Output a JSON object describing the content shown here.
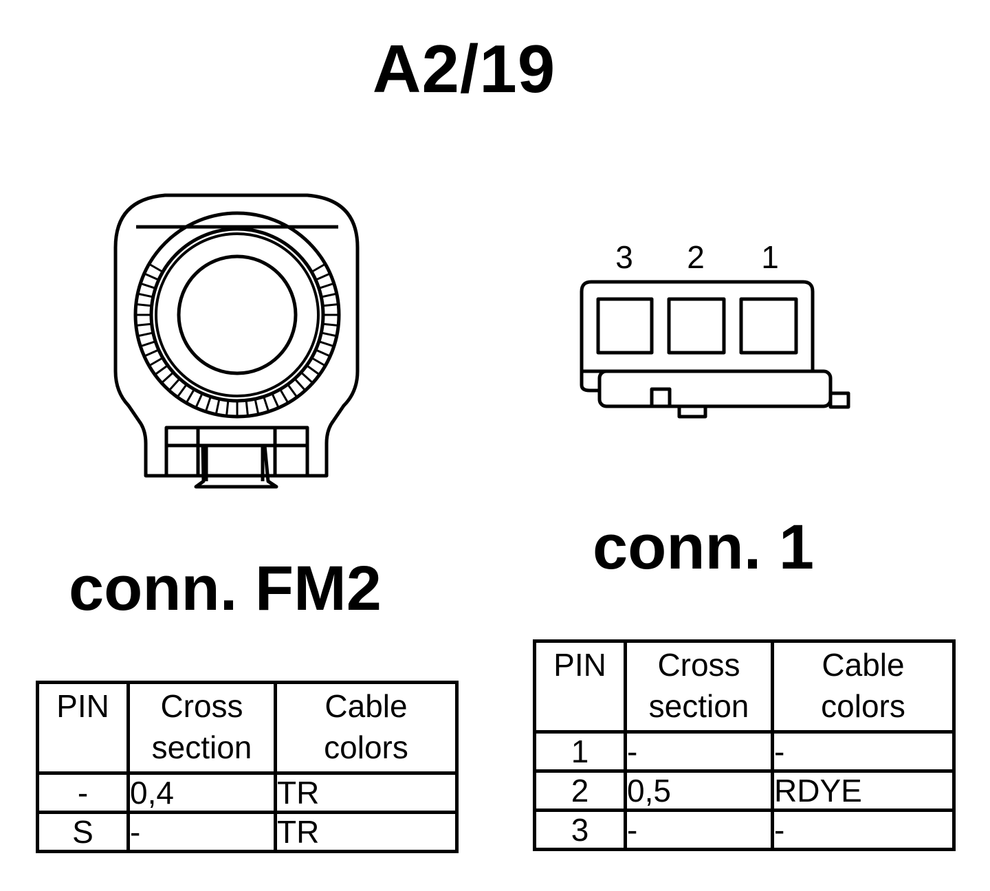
{
  "title": "A2/19",
  "connectors": {
    "fm2": {
      "title": "conn. FM2",
      "headers": {
        "pin": "PIN",
        "cross_section": "Cross\nsection",
        "cable_colors": "Cable\ncolors"
      },
      "rows": [
        {
          "pin": "-",
          "cross_section": "0,4",
          "cable_colors": "TR"
        },
        {
          "pin": "S",
          "cross_section": "-",
          "cable_colors": "TR"
        }
      ]
    },
    "conn1": {
      "title": "conn. 1",
      "pin_labels": [
        "3",
        "2",
        "1"
      ],
      "headers": {
        "pin": "PIN",
        "cross_section": "Cross\nsection",
        "cable_colors": "Cable\ncolors"
      },
      "rows": [
        {
          "pin": "1",
          "cross_section": "-",
          "cable_colors": "-"
        },
        {
          "pin": "2",
          "cross_section": "0,5",
          "cable_colors": "RDYE"
        },
        {
          "pin": "3",
          "cross_section": "-",
          "cable_colors": "-"
        }
      ]
    }
  }
}
